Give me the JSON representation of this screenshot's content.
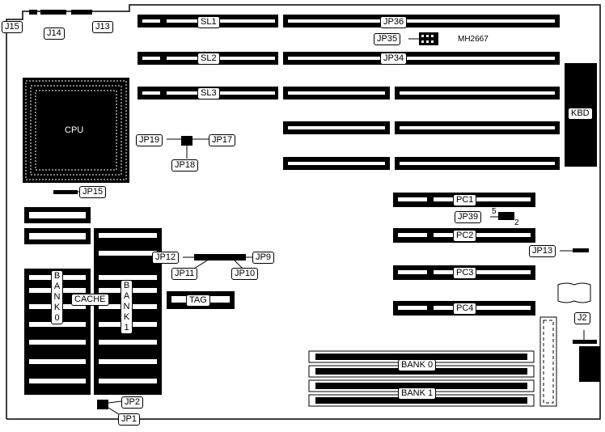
{
  "board": {
    "model": "MH2667",
    "cpu": "CPU",
    "kbd": "KBD",
    "cache": "CACHE",
    "tag": "TAG",
    "bank0_cache": "BANK0",
    "bank1_cache": "BANK1",
    "simm_bank0": "BANK 0",
    "simm_bank1": "BANK 1",
    "slots": {
      "sl1": "SL1",
      "sl2": "SL2",
      "sl3": "SL3",
      "pc1": "PC1",
      "pc2": "PC2",
      "pc3": "PC3",
      "pc4": "PC4"
    },
    "jumpers": {
      "j15": "J15",
      "j14": "J14",
      "j13": "J13",
      "j2": "J2",
      "jp36": "JP36",
      "jp35": "JP35",
      "jp34": "JP34",
      "jp19": "JP19",
      "jp17": "JP17",
      "jp18": "JP18",
      "jp15": "JP15",
      "jp39": "JP39",
      "jp12": "JP12",
      "jp9": "JP9",
      "jp11": "JP11",
      "jp10": "JP10",
      "jp13": "JP13",
      "jp2": "JP2",
      "jp1": "JP1"
    },
    "pin_5": "5",
    "pin_2": "2"
  }
}
